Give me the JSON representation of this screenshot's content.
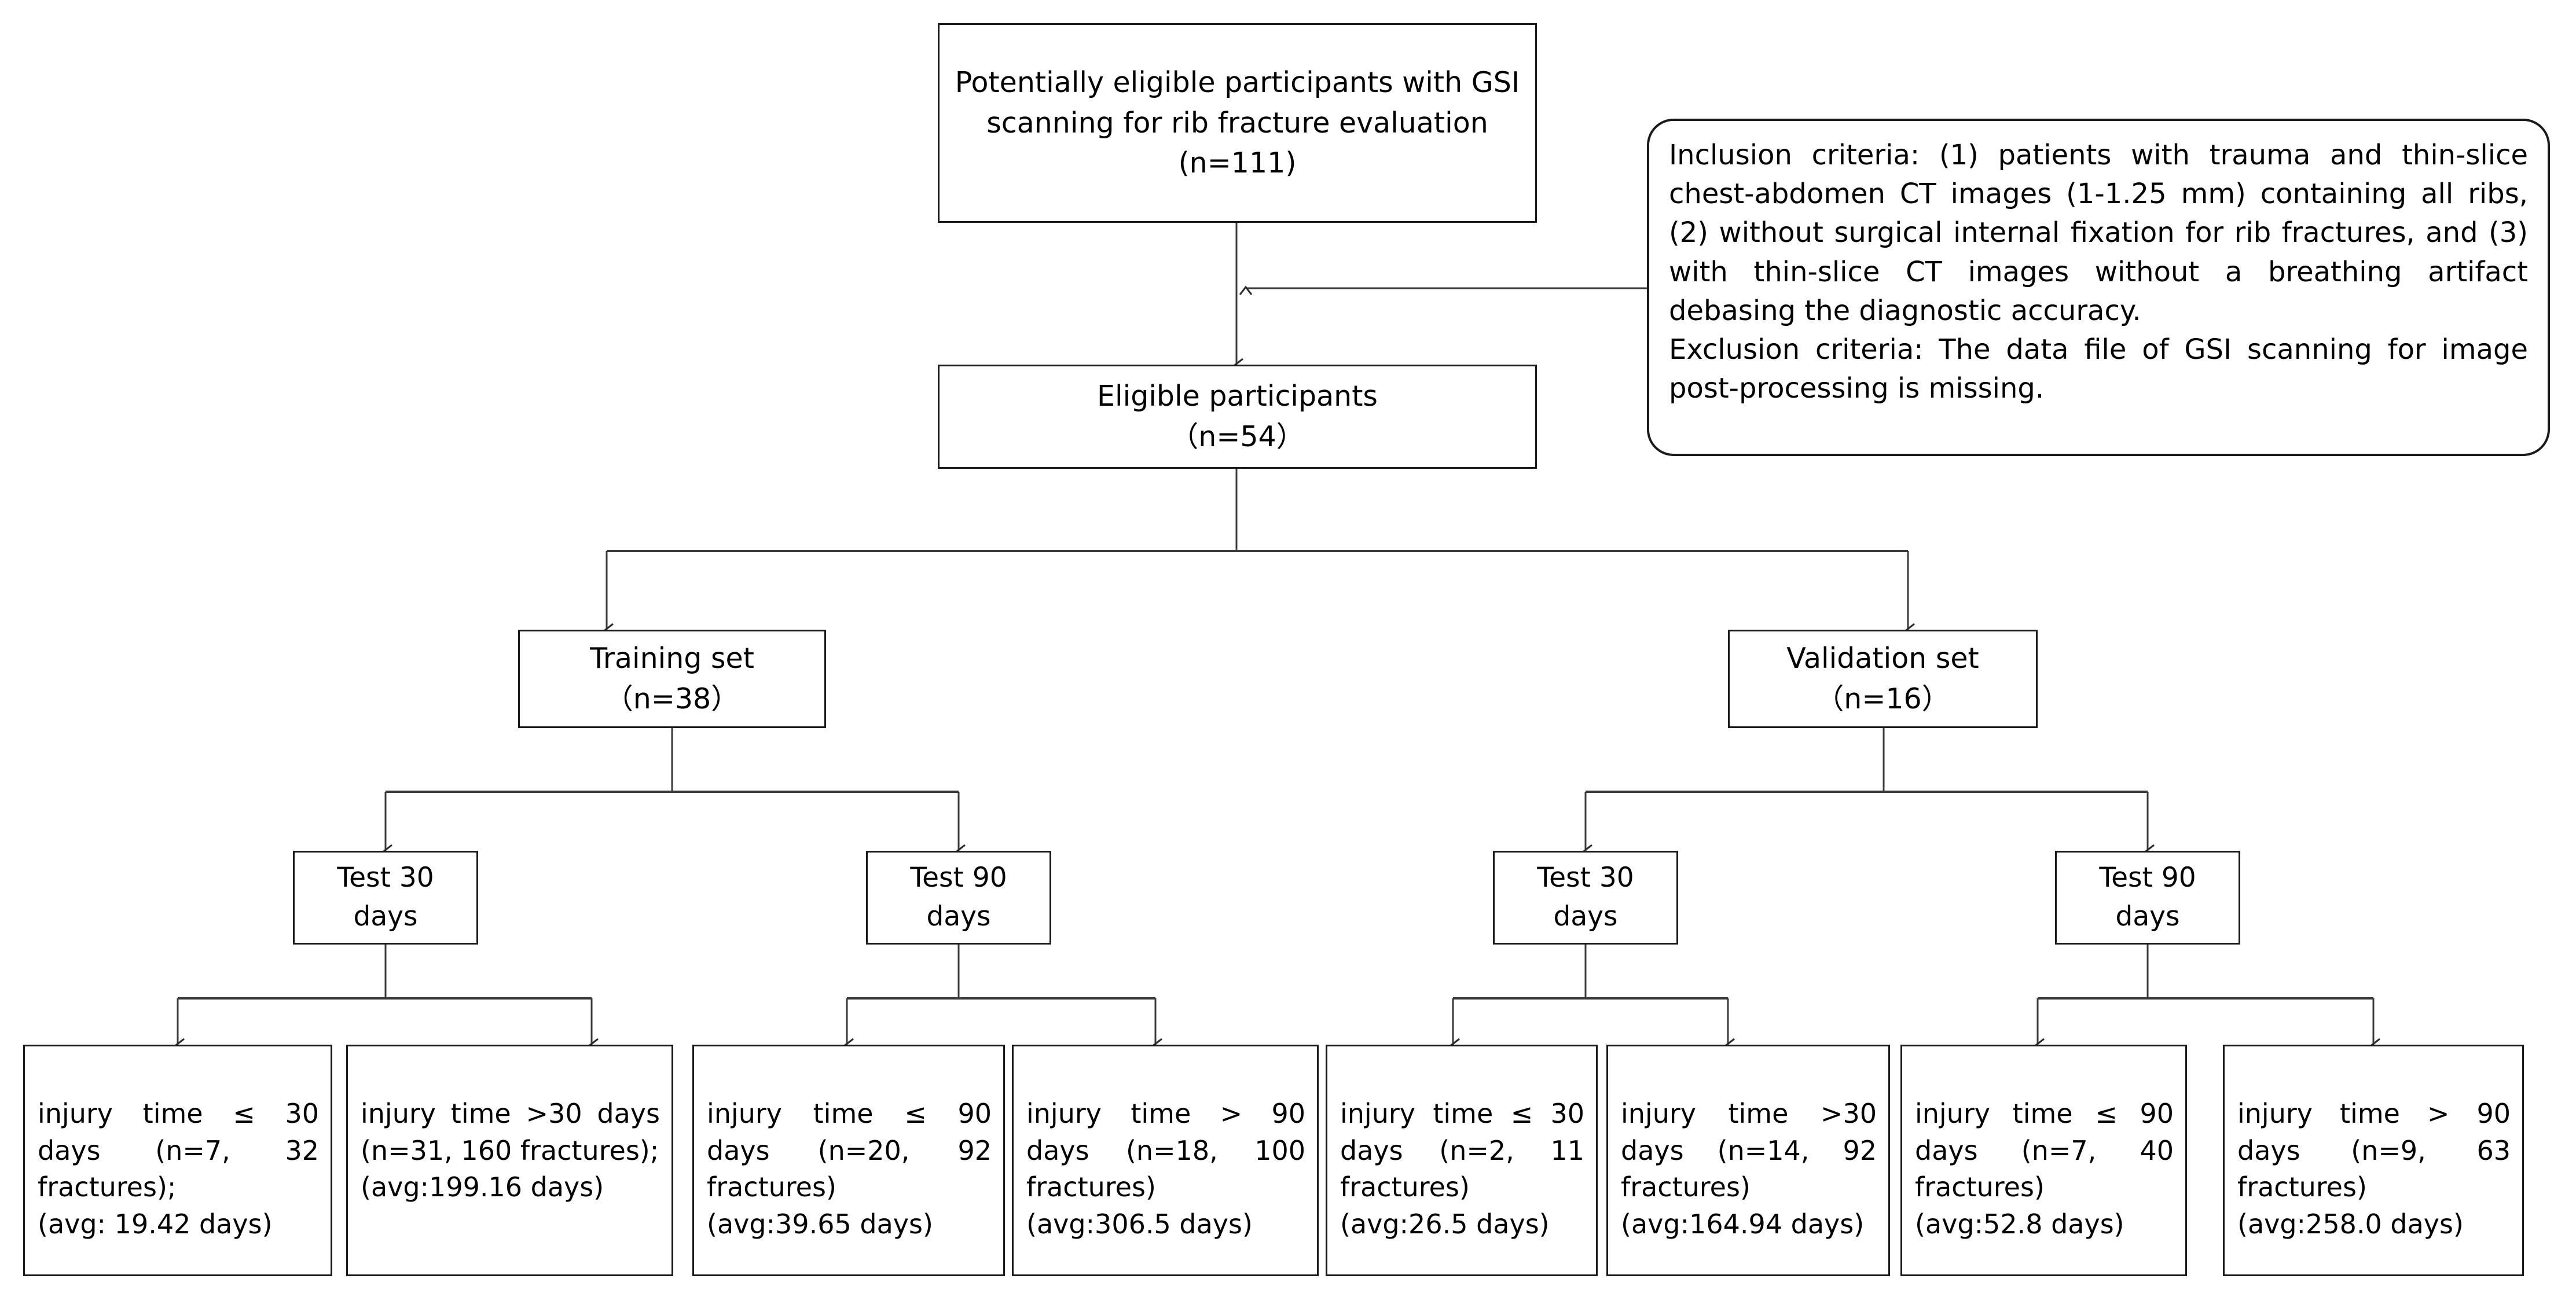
{
  "diagram": {
    "title_flow": "Study participant selection flowchart",
    "colors": {
      "box_border": "#1a1a1a",
      "connector": "#3a3a3a",
      "background": "#ffffff",
      "text": "#000000"
    },
    "nodes": {
      "potentially_eligible": {
        "label": "Potentially eligible participants with GSI scanning for rib fracture evaluation  (n=111)",
        "count": 111
      },
      "criteria": {
        "label": "Inclusion criteria: (1) patients with trauma and thin-slice chest-abdomen CT images (1-1.25 mm) containing all ribs, (2) without surgical internal fixation for rib fractures, and (3) with thin-slice CT images without a breathing artifact debasing the diagnostic accuracy.\nExclusion criteria: The data file of GSI scanning for image post-processing is missing."
      },
      "eligible": {
        "label": "Eligible participants\n（n=54）",
        "count": 54
      },
      "training_set": {
        "label": "Training set\n（n=38）",
        "count": 38
      },
      "validation_set": {
        "label": "Validation set\n（n=16）",
        "count": 16
      },
      "train_test30": {
        "label": "Test 30\ndays"
      },
      "train_test90": {
        "label": "Test 90\ndays"
      },
      "val_test30": {
        "label": "Test 30\ndays"
      },
      "val_test90": {
        "label": "Test 90\ndays"
      }
    },
    "leaves": [
      {
        "id": "train-30-le",
        "body": "injury time ≤ 30 days  (n=7, 32 fractures);",
        "avg": "(avg: 19.42 days)",
        "n": 7,
        "fractures": 32,
        "avg_days": 19.42
      },
      {
        "id": "train-30-gt",
        "body": "injury time >30 days (n=31, 160 fractures);",
        "avg": "(avg:199.16 days)",
        "n": 31,
        "fractures": 160,
        "avg_days": 199.16
      },
      {
        "id": "train-90-le",
        "body": "injury time ≤ 90 days  (n=20, 92 fractures)",
        "avg": "(avg:39.65 days)",
        "n": 20,
        "fractures": 92,
        "avg_days": 39.65
      },
      {
        "id": "train-90-gt",
        "body": "injury time > 90 days (n=18, 100 fractures)",
        "avg": "(avg:306.5 days)",
        "n": 18,
        "fractures": 100,
        "avg_days": 306.5
      },
      {
        "id": "val-30-le",
        "body": "injury time ≤ 30 days (n=2, 11 fractures)",
        "avg": "(avg:26.5  days)",
        "n": 2,
        "fractures": 11,
        "avg_days": 26.5
      },
      {
        "id": "val-30-gt",
        "body": "injury time >30 days  (n=14, 92 fractures)",
        "avg": "(avg:164.94 days)",
        "n": 14,
        "fractures": 92,
        "avg_days": 164.94
      },
      {
        "id": "val-90-le",
        "body": "injury time ≤ 90 days  (n=7, 40 fractures)",
        "avg": "(avg:52.8 days)",
        "n": 7,
        "fractures": 40,
        "avg_days": 52.8
      },
      {
        "id": "val-90-gt",
        "body": "injury time > 90 days  (n=9, 63 fractures)",
        "avg": "(avg:258.0 days)",
        "n": 9,
        "fractures": 63,
        "avg_days": 258.0
      }
    ]
  }
}
